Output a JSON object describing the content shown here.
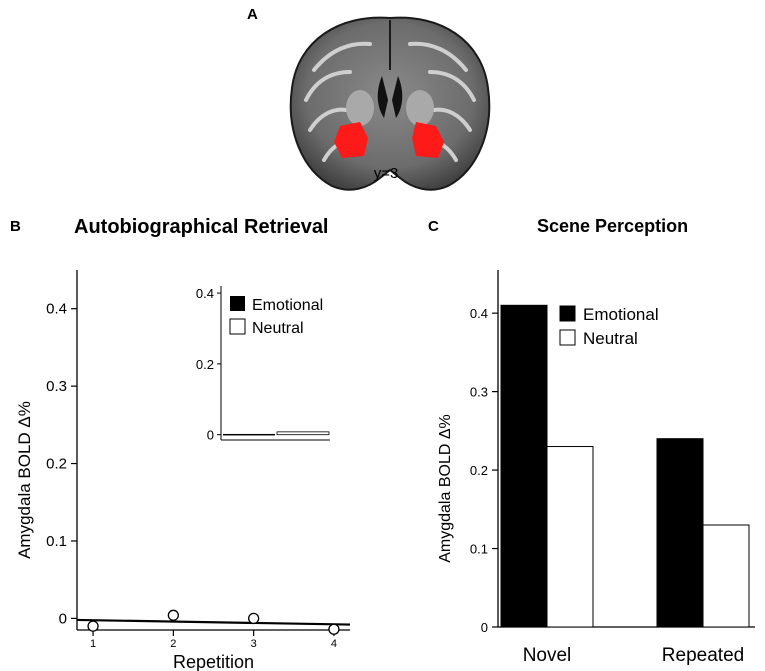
{
  "panel_a": {
    "letter": "A",
    "slice_label": "y=3"
  },
  "panel_b": {
    "letter": "B",
    "title": "Autobiographical Retrieval"
  },
  "panel_c": {
    "letter": "C",
    "title": "Scene Perception"
  },
  "colors": {
    "roi": "#ff1a1a",
    "emotional": "#000000",
    "neutral": "#ffffff",
    "axis": "#000000"
  },
  "chart_data": [
    {
      "id": "retrieval-scatter",
      "type": "scatter",
      "title": "Autobiographical Retrieval",
      "xlabel": "Repetition",
      "ylabel": "Amygdala BOLD Δ%",
      "x_ticks": [
        "1",
        "2",
        "3",
        "4"
      ],
      "y_ticks": [
        "0",
        "0.1",
        "0.2",
        "0.3",
        "0.4"
      ],
      "xlim": [
        0.8,
        4.2
      ],
      "ylim": [
        -0.015,
        0.45
      ],
      "points": [
        {
          "x": 1,
          "y": -0.01
        },
        {
          "x": 2,
          "y": 0.004
        },
        {
          "x": 3,
          "y": 0.0
        },
        {
          "x": 4,
          "y": -0.014
        }
      ],
      "trend_line": {
        "x": [
          0.8,
          4.2
        ],
        "y": [
          -0.002,
          -0.008
        ]
      },
      "grid": false
    },
    {
      "id": "retrieval-inset",
      "type": "bar",
      "categories": [
        "Emotional",
        "Neutral"
      ],
      "values": [
        0.0,
        0.008
      ],
      "y_ticks": [
        "0",
        "0.2",
        "0.4"
      ],
      "ylim": [
        -0.015,
        0.42
      ],
      "legend": [
        "Emotional",
        "Neutral"
      ],
      "legend_position": "top-left"
    },
    {
      "id": "scene-bars",
      "type": "bar",
      "title": "Scene Perception",
      "categories": [
        "Novel",
        "Repeated"
      ],
      "series": [
        {
          "name": "Emotional",
          "values": [
            0.41,
            0.24
          ]
        },
        {
          "name": "Neutral",
          "values": [
            0.23,
            0.13
          ]
        }
      ],
      "ylabel": "Amygdala BOLD Δ%",
      "y_ticks": [
        "0",
        "0.1",
        "0.2",
        "0.3",
        "0.4"
      ],
      "ylim": [
        0,
        0.455
      ],
      "legend_position": "top-right",
      "grid": false
    }
  ]
}
